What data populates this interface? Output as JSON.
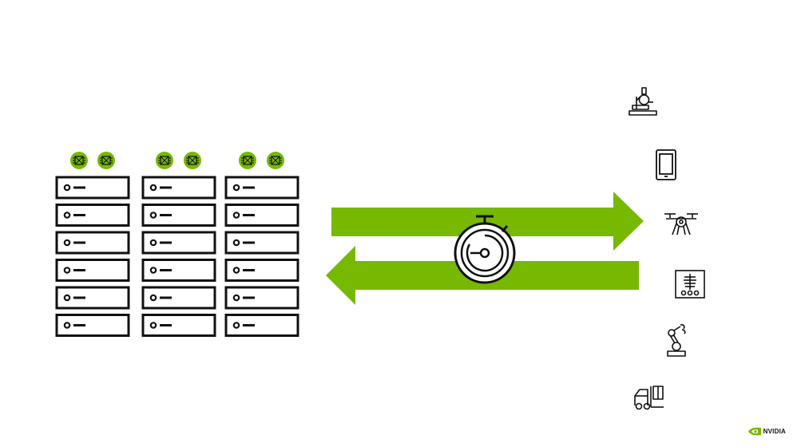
{
  "colors": {
    "accent": "#76b900",
    "stroke": "#111111",
    "background": "#ffffff",
    "chip": "#76b900"
  },
  "rack_columns": [
    {
      "gpu_chips": [
        "gpu-chip-icon",
        "gpu-chip-icon"
      ],
      "servers": 6
    },
    {
      "gpu_chips": [
        "gpu-chip-icon",
        "gpu-chip-icon"
      ],
      "servers": 6
    },
    {
      "gpu_chips": [
        "gpu-chip-icon",
        "gpu-chip-icon"
      ],
      "servers": 6
    }
  ],
  "arrows": [
    {
      "direction": "right",
      "icon": "arrow-right"
    },
    {
      "direction": "left",
      "icon": "arrow-left"
    }
  ],
  "center_icon": "stopwatch-icon",
  "edge_devices": [
    {
      "icon": "microscope-icon"
    },
    {
      "icon": "smartphone-icon"
    },
    {
      "icon": "drone-icon"
    },
    {
      "icon": "xray-icon"
    },
    {
      "icon": "robotic-arm-icon"
    },
    {
      "icon": "forklift-icon"
    }
  ],
  "brand": {
    "name": "NVIDIA",
    "logo_icon": "nvidia-eye-icon"
  }
}
